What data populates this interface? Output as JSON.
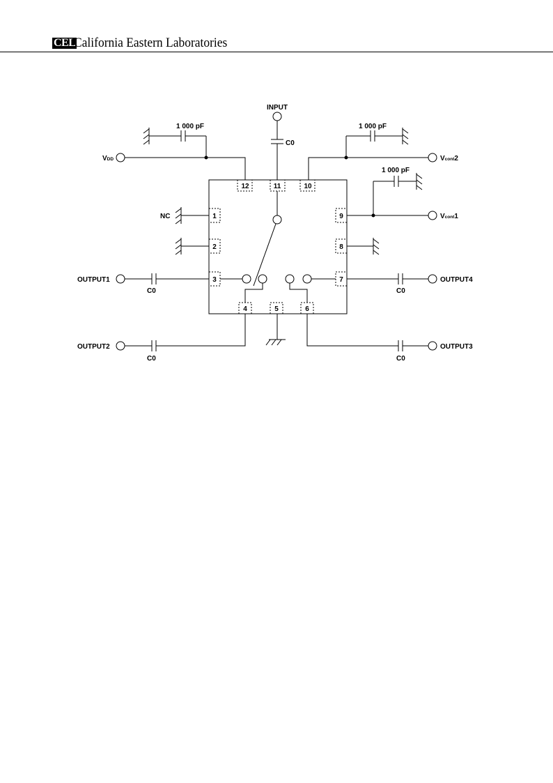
{
  "header": {
    "logo": "CEL",
    "company": "California Eastern Laboratories"
  },
  "diagram": {
    "input": "INPUT",
    "vdd_main": "V",
    "vdd_sub": "DD",
    "vcont2_main": "V",
    "vcont2_sub": "cont",
    "vcont2_suffix": "2",
    "vcont1_main": "V",
    "vcont1_sub": "cont",
    "vcont1_suffix": "1",
    "nc": "NC",
    "output1": "OUTPUT1",
    "output2": "OUTPUT2",
    "output3": "OUTPUT3",
    "output4": "OUTPUT4",
    "cap_c0": "C0",
    "cap_1000pf": "1 000 pF",
    "pins": [
      "1",
      "2",
      "3",
      "4",
      "5",
      "6",
      "7",
      "8",
      "9",
      "10",
      "11",
      "12"
    ]
  }
}
